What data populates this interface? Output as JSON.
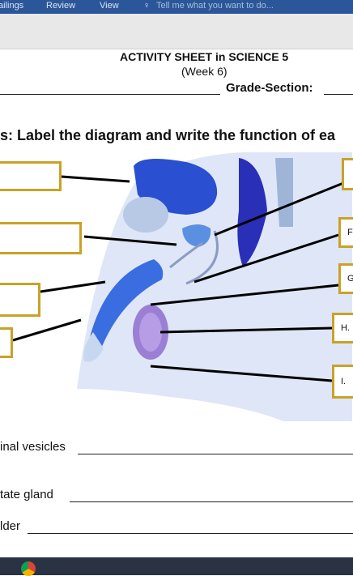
{
  "ribbon": {
    "tabs": [
      "ailings",
      "Review",
      "View"
    ],
    "tell_me": "Tell me what you want to do..."
  },
  "header": {
    "title": "ACTIVITY SHEET in SCIENCE 5",
    "week": "(Week 6)",
    "grade_section": "Grade-Section:"
  },
  "instructions": "s: Label the diagram and write the function of ea",
  "right_labels": {
    "f": "F",
    "g": "G",
    "h": "H.",
    "i": "I."
  },
  "questions": {
    "q1": "inal vesicles",
    "q2": "tate gland",
    "q3": "lder"
  },
  "colors": {
    "accent_box": "#c9a227",
    "ribbon": "#2b579a"
  }
}
